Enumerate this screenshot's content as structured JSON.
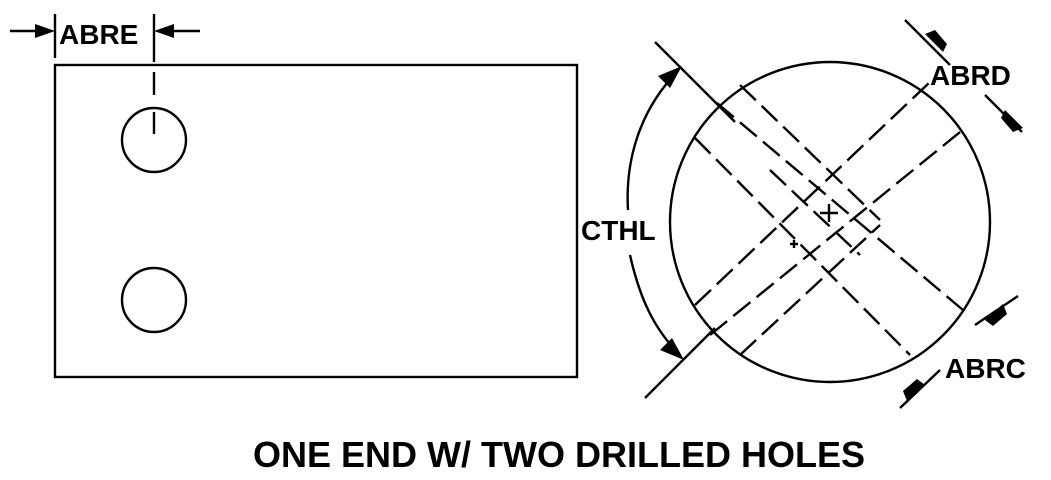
{
  "labels": {
    "abre": "ABRE",
    "abrd": "ABRD",
    "abrc": "ABRC",
    "cthl": "CTHL"
  },
  "caption": "ONE END W/ TWO DRILLED HOLES",
  "colors": {
    "line": "#000000",
    "background": "#ffffff"
  }
}
